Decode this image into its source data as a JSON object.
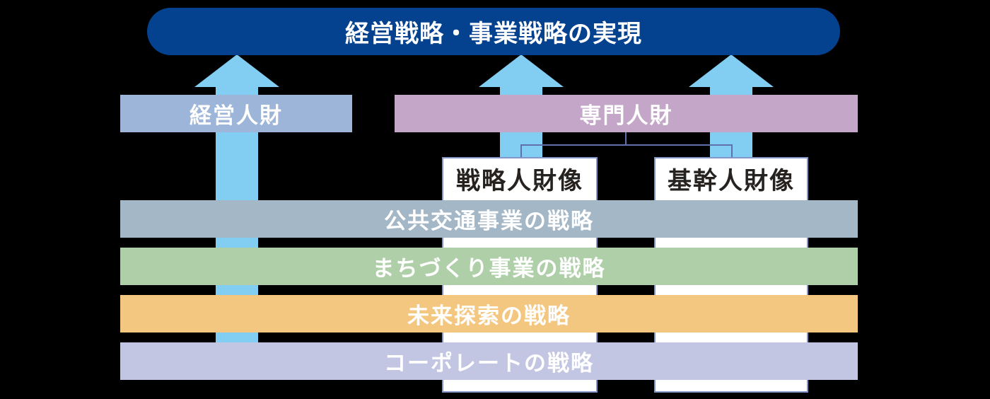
{
  "diagram": {
    "background_color": "#000000",
    "goal_banner": {
      "label": "経営戦略・事業戦略の実現",
      "bg": "#04418f",
      "text_color": "#ffffff"
    },
    "talent_bars": [
      {
        "id": "management",
        "label": "経営人財",
        "bg": "#9db5d9"
      },
      {
        "id": "specialist",
        "label": "専門人財",
        "bg": "#c4a7c8"
      }
    ],
    "talent_profile_boxes": [
      {
        "id": "strategic",
        "label": "戦略人財像"
      },
      {
        "id": "core",
        "label": "基幹人財像"
      }
    ],
    "strategy_bars": [
      {
        "id": "public-transport",
        "label": "公共交通事業の戦略",
        "bg": "#a4b7c7"
      },
      {
        "id": "community-development",
        "label": "まちづくり事業の戦略",
        "bg": "#afcfa9"
      },
      {
        "id": "future-exploration",
        "label": "未来探索の戦略",
        "bg": "#f4c781"
      },
      {
        "id": "corporate",
        "label": "コーポレートの戦略",
        "bg": "#c3c6e2"
      }
    ],
    "arrow_color": "#82cdf2",
    "connector_color": "#5f71ad",
    "profile_box_border_color": "#8495c8"
  }
}
